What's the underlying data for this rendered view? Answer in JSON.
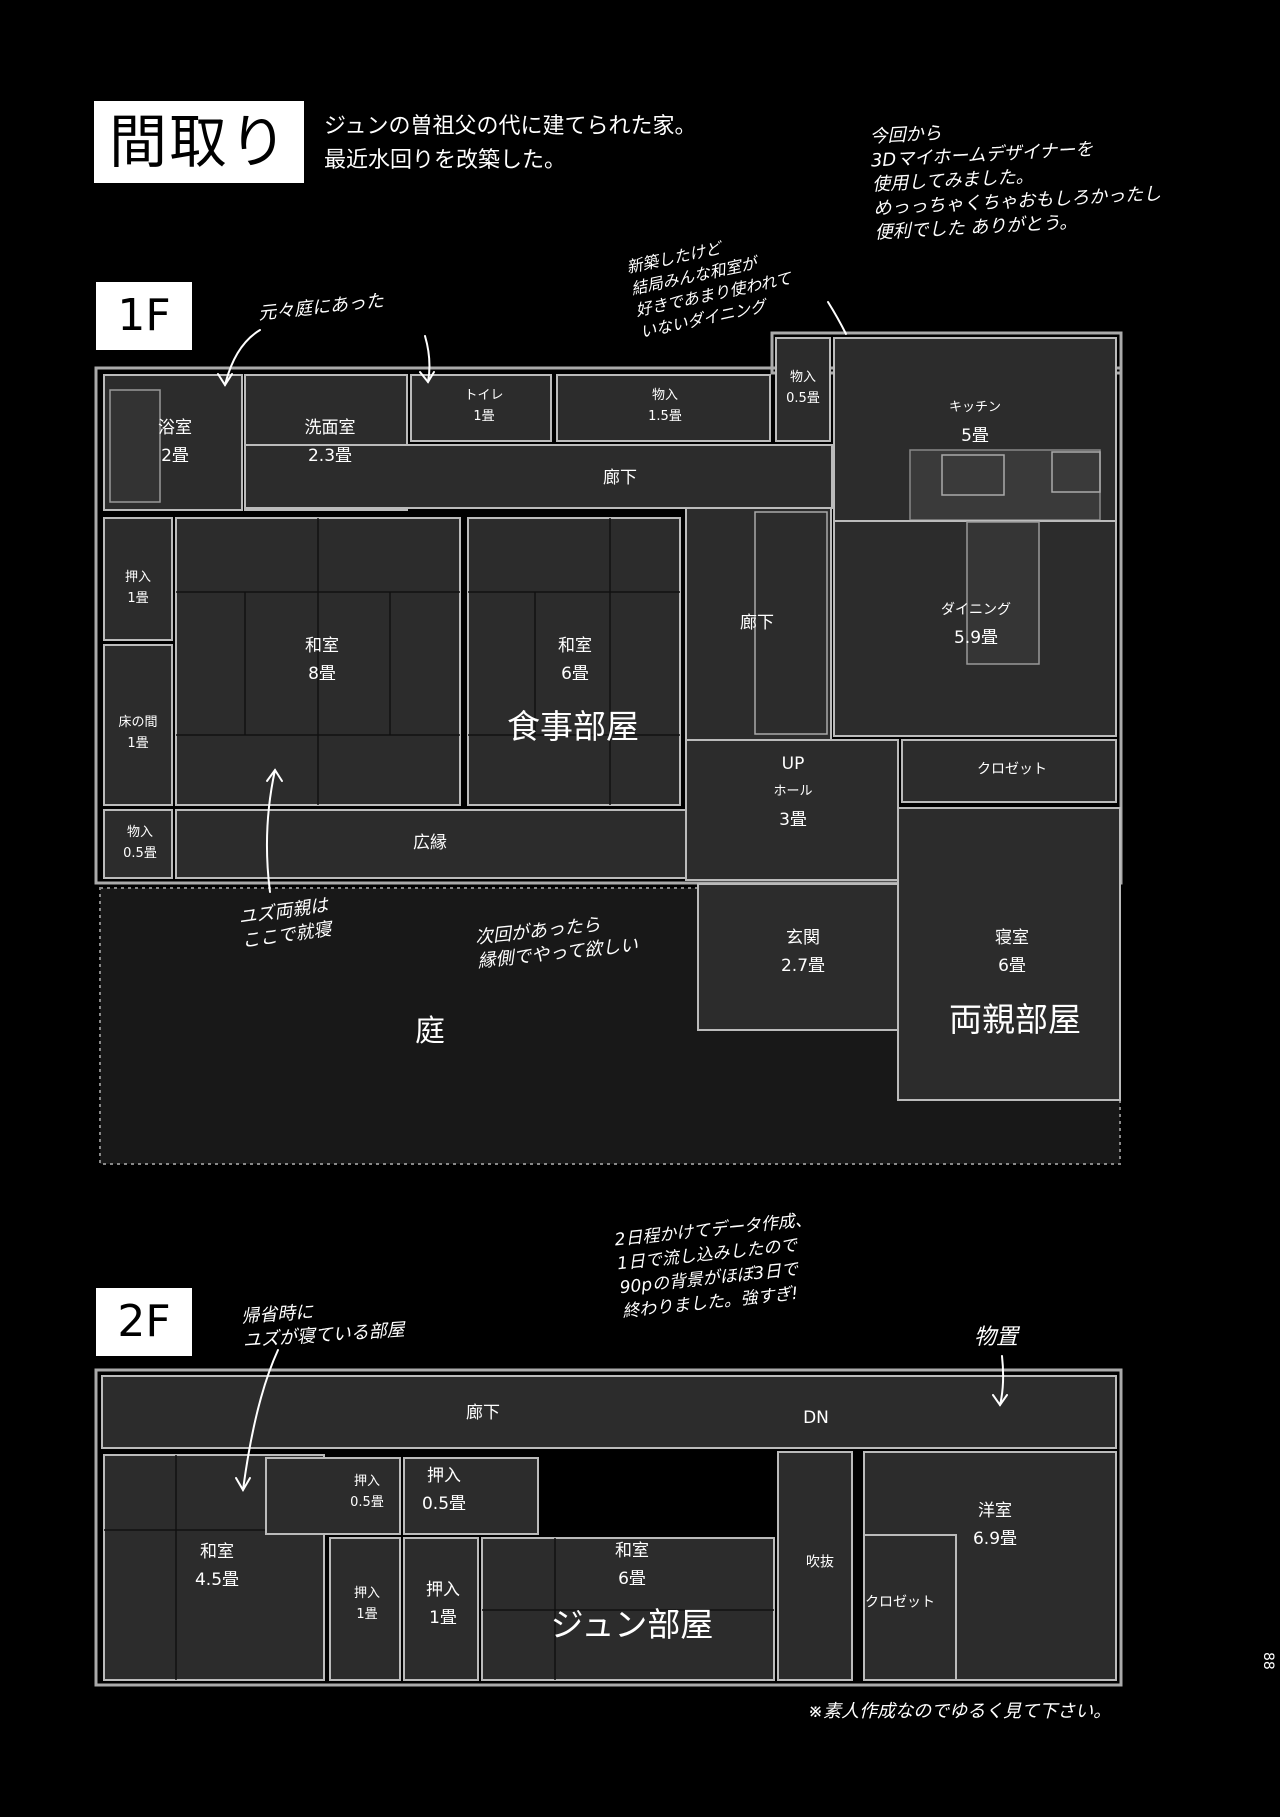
{
  "header": {
    "title": "間取り",
    "intro_line1": "ジュンの曽祖父の代に建てられた家。",
    "intro_line2": "最近水回りを改築した。"
  },
  "floor1": {
    "label": "1F",
    "rooms": {
      "bath": {
        "name": "浴室",
        "size": "2畳"
      },
      "washroom": {
        "name": "洗面室",
        "size": "2.3畳"
      },
      "toilet": {
        "name": "トイレ",
        "size": "1畳"
      },
      "storage_top": {
        "name": "物入",
        "size": "1.5畳"
      },
      "storage_small": {
        "name": "物入",
        "size": "0.5畳"
      },
      "kitchen": {
        "name": "キッチン",
        "size": "5畳"
      },
      "corridor_top": {
        "name": "廊下"
      },
      "oshiire": {
        "name": "押入",
        "size": "1畳"
      },
      "tokonoma": {
        "name": "床の間",
        "size": "1畳"
      },
      "washitsu8": {
        "name": "和室",
        "size": "8畳"
      },
      "washitsu6": {
        "name": "和室",
        "size": "6畳",
        "nickname": "食事部屋"
      },
      "corridor_mid": {
        "name": "廊下"
      },
      "dining": {
        "name": "ダイニング",
        "size": "5.9畳"
      },
      "closet": {
        "name": "クロゼット"
      },
      "hall": {
        "up": "UP",
        "name": "ホール",
        "size": "3畳"
      },
      "storage_left": {
        "name": "物入",
        "size": "0.5畳"
      },
      "engawa": {
        "name": "広縁"
      },
      "genkan": {
        "name": "玄関",
        "size": "2.7畳"
      },
      "bedroom": {
        "name": "寝室",
        "size": "6畳",
        "nickname": "両親部屋"
      },
      "garden": {
        "name": "庭"
      }
    }
  },
  "floor2": {
    "label": "2F",
    "rooms": {
      "corridor": {
        "name": "廊下"
      },
      "dn": "DN",
      "oshiire_a": {
        "name": "押入",
        "size": "0.5畳"
      },
      "oshiire_b": {
        "name": "押入",
        "size": "0.5畳"
      },
      "washitsu45": {
        "name": "和室",
        "size": "4.5畳"
      },
      "oshiire_c": {
        "name": "押入",
        "size": "1畳"
      },
      "oshiire_d": {
        "name": "押入",
        "size": "1畳"
      },
      "washitsu6": {
        "name": "和室",
        "size": "6畳",
        "nickname": "ジュン部屋"
      },
      "fukinuke": {
        "name": "吹抜"
      },
      "youshitsu": {
        "name": "洋室",
        "size": "6.9畳"
      },
      "closet": {
        "name": "クロゼット"
      }
    }
  },
  "notes": {
    "top_right": [
      "今回から",
      "3Dマイホームデザイナーを",
      "使用してみました。",
      "めっっちゃくちゃおもしろかったし",
      "便利でした ありがとう。"
    ],
    "renovation": [
      "新築したけど",
      "結局みんな和室が",
      "好きであまり使われて",
      "いないダイニング"
    ],
    "garden_origin": "元々庭にあった",
    "parents_sleep": [
      "ユズ両親は",
      "ここで就寝"
    ],
    "engawa_wish": [
      "次回があったら",
      "縁側でやって欲しい"
    ],
    "data_made": [
      "2日程かけてデータ作成、",
      "1日で流し込みしたので",
      "90pの背景がほぼ3日で",
      "終わりました。強すぎ!"
    ],
    "yuzu_room": [
      "帰省時に",
      "ユズが寝ている部屋"
    ],
    "storage_room": "物置",
    "disclaimer": "※素人作成なのでゆるく見て下さい。"
  },
  "page_number": "88"
}
